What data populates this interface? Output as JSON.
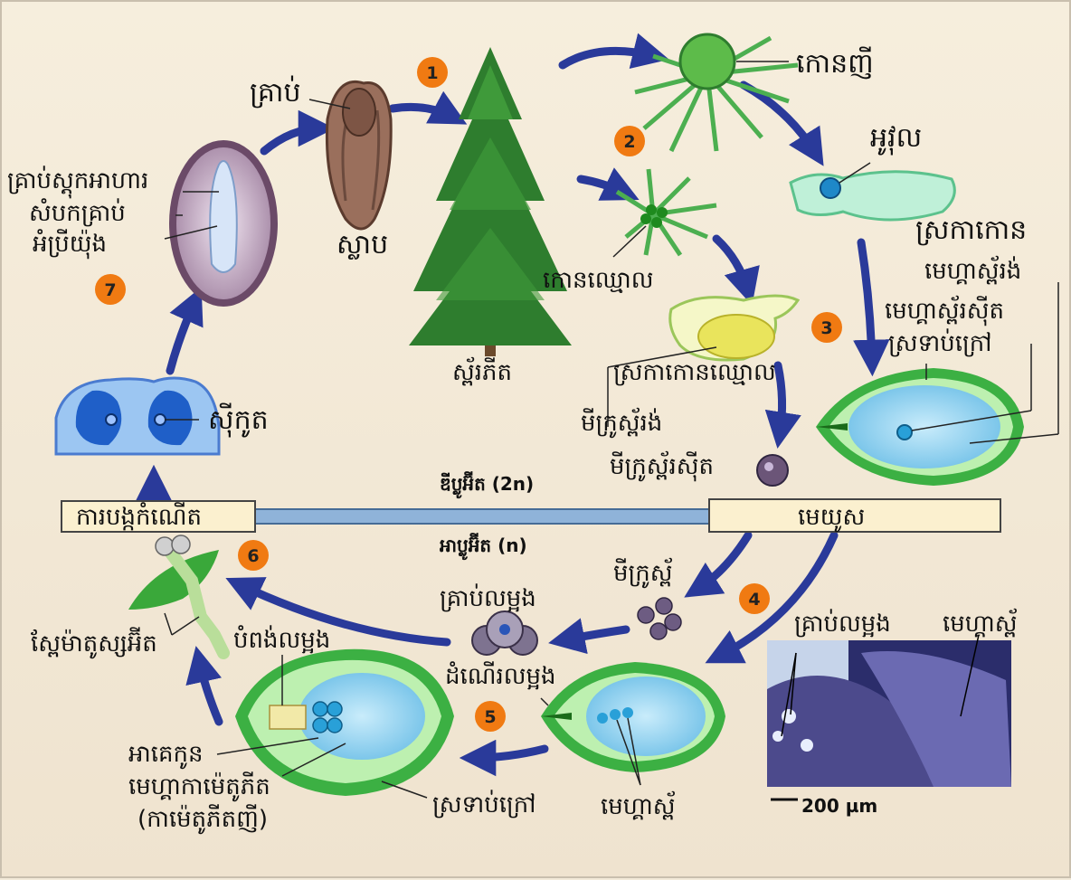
{
  "colors": {
    "background": "#f3ead9",
    "arrow": "#2a3a9a",
    "badge": "#f07a12",
    "green": "#3cb043",
    "ovule_blue": "#8fd1f0",
    "bar_fill": "#fbf0cf"
  },
  "steps": [
    "1",
    "2",
    "3",
    "4",
    "5",
    "6",
    "7"
  ],
  "labels": {
    "kon_nhi": "កោនញី",
    "ovule": "អូវុល",
    "cone_scale": "ស្រកាកោន",
    "megasporangium": "មេហ្គាស្ព័រង់",
    "megasporocyte": "មេហ្គាស្ព័រស៊ីត",
    "integument_top": "ស្រទាប់ក្រៅ",
    "seed": "គ្រាប់",
    "wing": "ស្លាប",
    "tree": "ស្ព័រភីត",
    "male_cone": "កោនឈ្មោល",
    "male_scale": "ស្រកាកោនឈ្មោល",
    "microsporangium": "មីក្រូស្ព័រង់",
    "microsporocyte": "មីក្រូស្ព័រស៊ីត",
    "food_reserve": "គ្រាប់ស្តុកអាហារ",
    "seed_coat": "សំបកគ្រាប់",
    "embryo": "អំប្រីយ៉ុង",
    "zygote": "ស៊ីកូត",
    "fertilization_box": "ការបង្កកំណើត",
    "diploid": "ឌីប្លូអ៊ីត (2n)",
    "haploid": "អាប្លូអ៊ីត (n)",
    "meiosis_box": "មេយូស",
    "microspore": "មីក្រូស្ព័",
    "pollen_grain_center": "គ្រាប់លម្អង",
    "pollination": "ដំណើរលម្អង",
    "pollen_grain_photo": "គ្រាប់លម្អង",
    "megaspore_photo": "មេហ្គាស្ព័",
    "sperm": "ស្ពែម៉ាតូស្សអ៊ីត",
    "pollen_tube": "បំពង់លម្អង",
    "archegonium": "អាគេកូន",
    "megagametophyte": "មេហ្គាកាម៉េតូភីត",
    "female_gametophyte": "(កាម៉េតូភីតញី)",
    "integument_bottom": "ស្រទាប់ក្រៅ",
    "megaspore_bottom": "មេហ្គាស្ព័",
    "scale_bar": "200 µm"
  }
}
